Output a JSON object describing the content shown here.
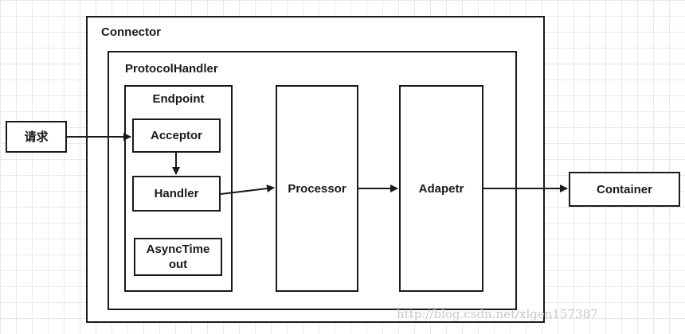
{
  "nodes": {
    "connector": "Connector",
    "protocol_handler": "ProtocolHandler",
    "endpoint": "Endpoint",
    "request": "请求",
    "acceptor": "Acceptor",
    "handler": "Handler",
    "async_timeout": "AsyncTime\nout",
    "processor": "Processor",
    "adapter": "Adapetr",
    "container": "Container"
  },
  "edges": [
    {
      "from": "request",
      "to": "acceptor"
    },
    {
      "from": "acceptor",
      "to": "handler"
    },
    {
      "from": "handler",
      "to": "processor"
    },
    {
      "from": "processor",
      "to": "adapter"
    },
    {
      "from": "adapter",
      "to": "container"
    }
  ],
  "watermark": "http://blog.csdn.net/xlgen157387",
  "colors": {
    "stroke": "#1a1a1a",
    "grid": "#e9e9e9",
    "watermark": "#c8c8c8"
  }
}
